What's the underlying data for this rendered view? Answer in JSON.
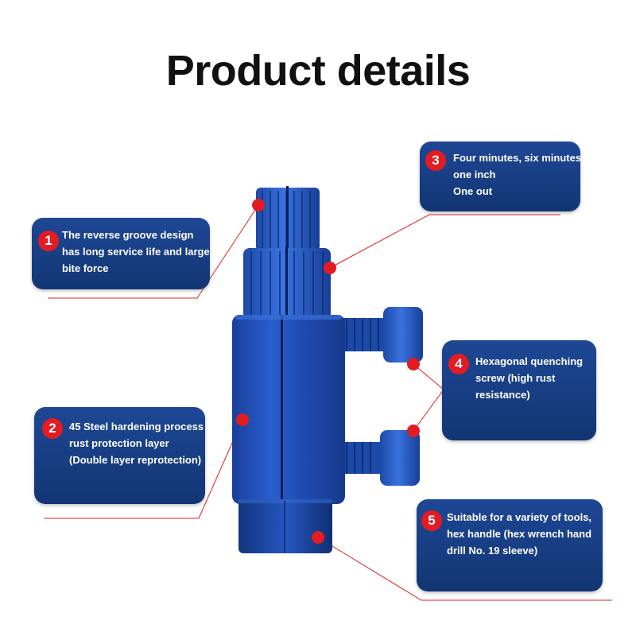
{
  "title": "Product details",
  "callouts": [
    {
      "number": "1",
      "lines": [
        "The reverse groove design",
        "has long service life and large",
        "bite force"
      ]
    },
    {
      "number": "2",
      "lines": [
        "45 Steel hardening process",
        "rust protection layer",
        "(Double layer reprotection)"
      ]
    },
    {
      "number": "3",
      "lines": [
        "Four minutes, six minutes,",
        "one inch",
        "One out"
      ]
    },
    {
      "number": "4",
      "lines": [
        "Hexagonal quenching",
        "screw (high rust",
        "resistance)"
      ]
    },
    {
      "number": "5",
      "lines": [
        "Suitable for a variety of tools,",
        "hex handle (hex wrench hand",
        "drill No. 19 sleeve)"
      ]
    }
  ],
  "colors": {
    "callout_bg": "#1a4088",
    "badge": "#e31b23",
    "product_blue": "#1f4fb8",
    "leader_line": "#e02020"
  }
}
